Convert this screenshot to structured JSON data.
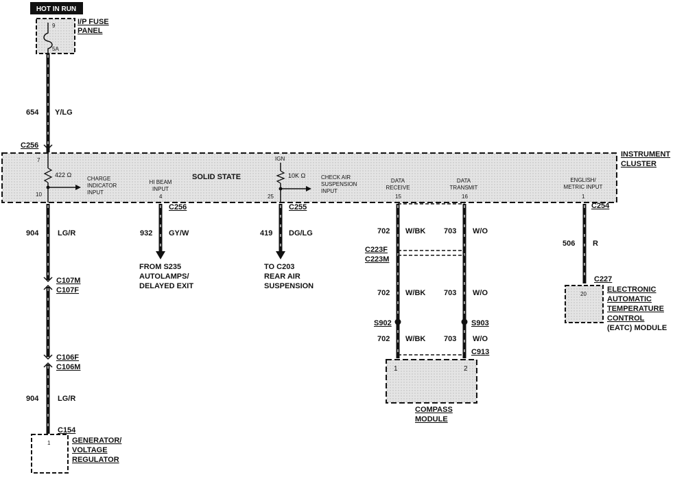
{
  "hot_in_run": "HOT IN RUN",
  "fuse": {
    "name_1": "I/P FUSE",
    "name_2": "PANEL",
    "number": "9",
    "rating": "5A"
  },
  "top_wire": {
    "circuit": "654",
    "color": "Y/LG"
  },
  "connectors": {
    "c256_top": "C256",
    "c256_hibeam": "C256",
    "c255": "C255",
    "c254": "C254",
    "c107m": "C107M",
    "c107f": "C107F",
    "c106f": "C106F",
    "c106m": "C106M",
    "c154": "C154",
    "c223f": "C223F",
    "c223m": "C223M",
    "c913": "C913",
    "c227": "C227"
  },
  "cluster": {
    "label_1": "INSTRUMENT",
    "label_2": "CLUSTER",
    "solid_state": "SOLID STATE",
    "pin_7": "7",
    "pin_10": "10",
    "pin_4": "4",
    "pin_25": "25",
    "pin_15": "15",
    "pin_16": "16",
    "pin_1": "1",
    "res_1": "422 Ω",
    "res_2": "10K Ω",
    "ign": "IGN",
    "charge_1": "CHARGE",
    "charge_2": "INDICATOR",
    "charge_3": "INPUT",
    "hibeam_1": "HI BEAM",
    "hibeam_2": "INPUT",
    "checkair_1": "CHECK AIR",
    "checkair_2": "SUSPENSION",
    "checkair_3": "INPUT",
    "rx_1": "DATA",
    "rx_2": "RECEIVE",
    "tx_1": "DATA",
    "tx_2": "TRANSMIT",
    "eng_1": "ENGLISH/",
    "eng_2": "METRIC INPUT"
  },
  "w904": {
    "circuit": "904",
    "color": "LG/R"
  },
  "w932": {
    "circuit": "932",
    "color": "GY/W",
    "dest_1": "FROM S235",
    "dest_2": "AUTOLAMPS/",
    "dest_3": "DELAYED EXIT"
  },
  "w419": {
    "circuit": "419",
    "color": "DG/LG",
    "dest_1": "TO C203",
    "dest_2": "REAR AIR",
    "dest_3": "SUSPENSION"
  },
  "w702": {
    "circuit": "702",
    "color": "W/BK"
  },
  "w703": {
    "circuit": "703",
    "color": "W/O"
  },
  "w506": {
    "circuit": "506",
    "color": "R"
  },
  "splices": {
    "s902": "S902",
    "s903": "S903"
  },
  "compass": {
    "pin_1": "1",
    "pin_2": "2",
    "label_1": "COMPASS",
    "label_2": "MODULE"
  },
  "generator": {
    "pin": "1",
    "label_1": "GENERATOR/",
    "label_2": "VOLTAGE",
    "label_3": "REGULATOR"
  },
  "eatc": {
    "pin": "20",
    "l1": "ELECTRONIC",
    "l2": "AUTOMATIC",
    "l3": "TEMPERATURE",
    "l4": "CONTROL",
    "l5": "(EATC) MODULE"
  },
  "colors": {
    "ink": "#111111",
    "shade": "#d6d6d6"
  }
}
